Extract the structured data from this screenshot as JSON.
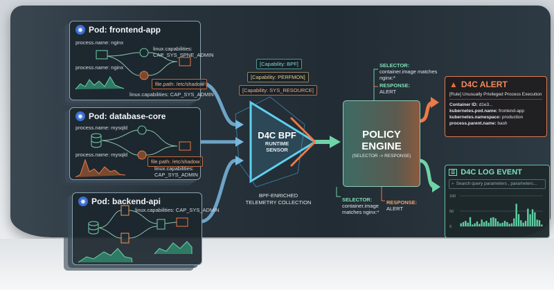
{
  "pods": [
    {
      "title": "Pod: frontend-app",
      "proc1": "process.name: nginx",
      "proc2": "process.name: nginx",
      "cap_top": "linux.capabilities:",
      "cap_top2": "CAP_SYS_SPNE_ADMIN",
      "file": "file.path: /etc/shadow",
      "cap_bottom": "linux.capabilities: CAP_SYS_ADMIN"
    },
    {
      "title": "Pod: database-core",
      "proc1": "process.name: mysqld",
      "proc2": "process.name: mysqld",
      "file": "file.path: /etc/shadow",
      "cap1": "linux.capabilities:",
      "cap2": "CAP_SYS_ADMIN"
    },
    {
      "title": "Pod: backend-api",
      "cap": "linux.capabilities: CAP_SYS_ADMIN"
    }
  ],
  "capabilities": [
    "[Capability: BPF]",
    "[Capability: PERFMON]",
    "[Capability: SYS_RESOURCE]"
  ],
  "sensor": {
    "title": "D4C BPF",
    "line2": "RUNTIME",
    "line3": "SENSOR",
    "caption1": "BPF-ENRICHED",
    "caption2": "TELEMETRY COLLECTION"
  },
  "policy": {
    "title1": "POLICY",
    "title2": "ENGINE",
    "subtitle": "(SELECTOR -> RESPONSE)"
  },
  "top_rule": {
    "selector_label": "SELECTOR:",
    "selector1": "container.image matches",
    "selector2": "nginx:*",
    "response_label": "RESPONSE:",
    "response": "ALERT"
  },
  "bottom_rule": {
    "selector_label": "SELECTOR:",
    "selector1": "container.image",
    "selector2": "matches nginx:*",
    "response_label": "RESPONSE:",
    "response": "ALERT"
  },
  "alert": {
    "title": "D4C ALERT",
    "rule": "[Rule] Unusually Privileged Process Execution",
    "fields": [
      {
        "k": "Container ID:",
        "v": "d1e3..."
      },
      {
        "k": "kubernetes.pod.name:",
        "v": "frontend-app"
      },
      {
        "k": "kubernetes.namespace:",
        "v": "production"
      },
      {
        "k": "process.parent.name:",
        "v": "bash"
      }
    ]
  },
  "log": {
    "title": "D4C LOG EVENT",
    "search_placeholder": "Search query parameters , parameters...",
    "y_ticks": [
      "100",
      "50",
      "0"
    ]
  },
  "chart_data": {
    "type": "bar",
    "ylim": [
      0,
      100
    ],
    "y_ticks": [
      100,
      50,
      0
    ],
    "values": [
      10,
      14,
      18,
      12,
      30,
      6,
      10,
      16,
      8,
      22,
      14,
      18,
      12,
      28,
      30,
      26,
      16,
      10,
      12,
      18,
      14,
      8,
      10,
      26,
      74,
      40,
      20,
      12,
      18,
      58,
      40,
      56,
      46,
      22,
      20,
      6
    ]
  },
  "colors": {
    "green": "#5fd3a5",
    "orange": "#ee7a45",
    "blue": "#6fb8e6",
    "alert": "#e8663a"
  }
}
